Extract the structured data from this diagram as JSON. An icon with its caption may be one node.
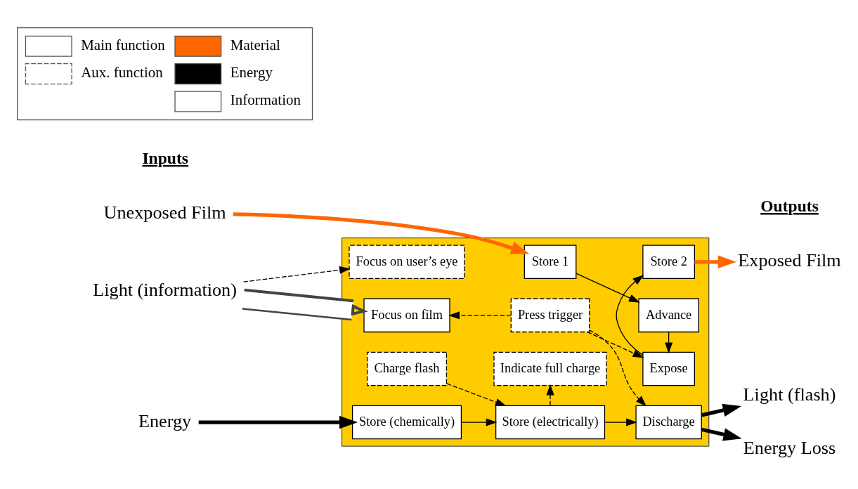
{
  "diagram": {
    "nodes": [
      {
        "text": [],
        "shape": "box"
      },
      {
        "text": [
          "Unexposed Film"
        ]
      },
      {
        "text": [
          "Store 1"
        ],
        "in": 0
      },
      {
        "text": [
          "Advance"
        ],
        "in": 0
      },
      {
        "text": [
          "Press trigger"
        ],
        "in": 0
      },
      {
        "text": [
          "Expose"
        ],
        "in": 0
      },
      {
        "text": [
          "Light (information)"
        ]
      },
      {
        "text": [
          "Focus on film"
        ],
        "in": 0
      },
      {
        "text": [
          "Store 2"
        ],
        "in": 0
      },
      {
        "text": [
          "Exposed Film"
        ]
      },
      {
        "text": [
          "Focus on user’s eye"
        ],
        "in": 0
      },
      {
        "text": [
          "Discharge"
        ],
        "in": 0
      },
      {
        "text": [
          "Light (flash)"
        ]
      },
      {
        "text": [
          "Energy"
        ]
      },
      {
        "text": [
          "Store (chemically)"
        ],
        "in": 0
      },
      {
        "text": [
          "Store (electrically)"
        ],
        "in": 0
      },
      {
        "text": [
          "Energy Loss"
        ]
      },
      {
        "text": [
          "Charge flash"
        ],
        "in": 0
      },
      {
        "text": [
          "Indicate full charge"
        ],
        "in": 0
      }
    ],
    "edges": [
      {
        "from": 1,
        "to": 2,
        "arrow": "to",
        "style": "thick",
        "color": "#ff6600"
      },
      {
        "from": 2,
        "to": 3,
        "arrow": "to"
      },
      {
        "from": 3,
        "to": 5,
        "arrow": "to"
      },
      {
        "from": 4,
        "to": 5,
        "arrow": "to",
        "style": "dashed"
      },
      {
        "from": 4,
        "to": 7,
        "arrow": "to",
        "style": "dashed"
      },
      {
        "from": 4,
        "to": 11,
        "arrow": "to",
        "style": "dashed"
      },
      {
        "from": 5,
        "to": 8,
        "arrow": "to"
      },
      {
        "from": 8,
        "to": 9,
        "arrow": "to",
        "style": "thick",
        "color": "#ff6600"
      },
      {
        "from": 6,
        "to": 7,
        "arrow": "to",
        "style": "thick",
        "color": "#ffffff"
      },
      {
        "from": 6,
        "to": 10,
        "arrow": "to",
        "style": "dashed"
      },
      {
        "from": 13,
        "to": 14,
        "arrow": "to",
        "style": "thick"
      },
      {
        "from": 14,
        "to": 15,
        "arrow": "to"
      },
      {
        "from": 17,
        "to": 15,
        "arrow": "to",
        "style": "dashed"
      },
      {
        "from": 15,
        "to": 11,
        "arrow": "to"
      },
      {
        "from": 15,
        "to": 18,
        "arrow": "to",
        "style": "dashed"
      },
      {
        "from": 11,
        "to": 12,
        "arrow": "to",
        "style": "thick"
      },
      {
        "from": 11,
        "to": 16,
        "arrow": "to",
        "style": "thick"
      }
    ],
    "labels": [
      "Inputs",
      "Outputs"
    ],
    "legend": [
      {
        "text": "Main function"
      },
      {
        "text": "Aux. function"
      },
      {
        "text": "Material",
        "color": "#ff6600"
      },
      {
        "text": "Energy",
        "color": "#000000"
      },
      {
        "text": "Information",
        "color": "#ffffff"
      }
    ]
  }
}
